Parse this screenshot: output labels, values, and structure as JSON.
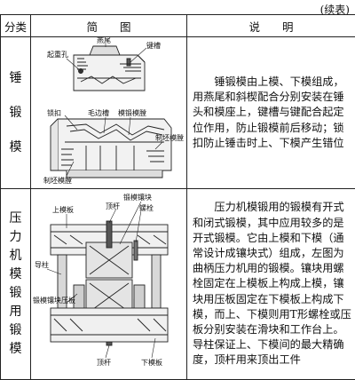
{
  "continued": "(续表)",
  "headers": {
    "category": "分类",
    "figure": "简　　图",
    "description": "说　　明"
  },
  "rows": [
    {
      "category": [
        "锤",
        "锻",
        "模"
      ],
      "figure_labels": {
        "swallowtail": "燕尾",
        "key_slot": "键槽",
        "lifting_pin": "起重孔",
        "lock": "锁扣",
        "flash_groove": "毛边槽",
        "forming_cavity": "模锻模膛",
        "blocking_cavity": "制坯模膛",
        "blocking_cavity_right": "制坯模膛"
      },
      "description": "锤锻模由上模、下模组成，用燕尾和斜楔配合分别安装在锤头和模座上，键槽与键配合起定位作用，防止锻模前后移动；锁扣防止锤击时上、下模产生错位"
    },
    {
      "category": [
        "压",
        "力",
        "机",
        "模",
        "锻",
        "用",
        "锻",
        "模"
      ],
      "figure_labels": {
        "insert_top": "锻模镶块",
        "upper_plate": "上模板",
        "ejector_top": "顶杆",
        "bolt": "螺栓",
        "guide_pin": "导柱",
        "insert_plate": "锻模镶块压板",
        "ejector_bottom": "顶杆",
        "lower_plate": "下模板"
      },
      "description": "压力机模锻用的锻模有开式和闭式锻模，其中应用较多的是开式锻模。它由上模和下模（通常设计成镶块式）组成，左图为曲柄压力机用的锻模。镶块用螺栓固定在上模板上构成上模，镶块用压板固定在下模板上构成下模，而上、下模则用T形螺栓或压板分别安装在滑块和工作台上。导柱保证上、下模间的最大精确度，顶杆用来顶出工件"
    }
  ]
}
